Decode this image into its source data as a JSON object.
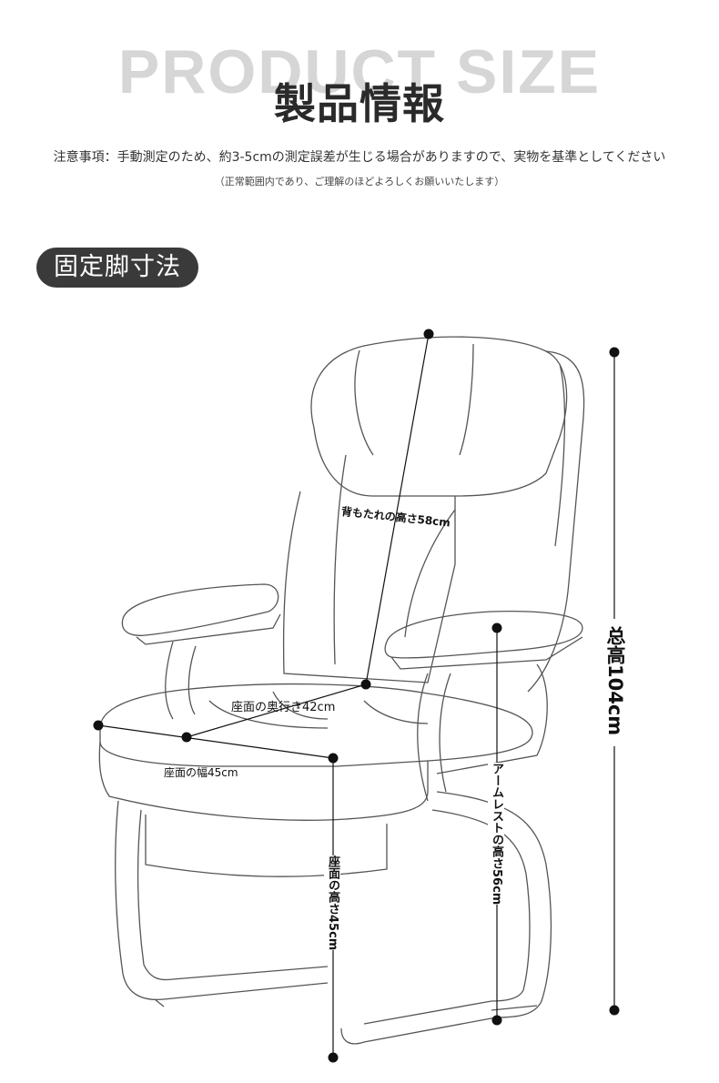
{
  "header": {
    "bg_title": "PRODUCT SIZE",
    "title": "製品情報",
    "notice": "注意事項：手動測定のため、約3-5cmの測定誤差が生じる場合がありますので、実物を基準としてください",
    "notice_sub": "（正常範囲内であり、ご理解のほどよろしくお願いいたします）"
  },
  "section": {
    "badge": "固定脚寸法"
  },
  "dimensions": {
    "back_height": "背もたれの高さ58cm",
    "seat_depth": "座面の奥行き42cm",
    "seat_width": "座面の幅45cm",
    "seat_height": "座面の高さ45cm",
    "armrest_height": "アームレストの高さ56cm",
    "total_height": "总高104cm"
  }
}
